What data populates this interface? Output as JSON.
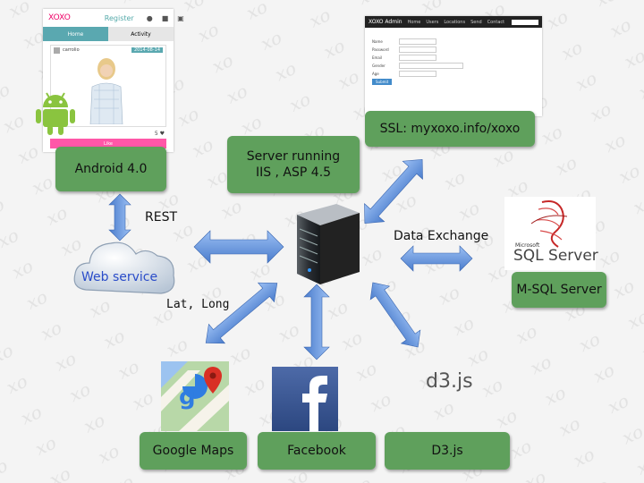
{
  "callouts": {
    "android": "Android 4.0",
    "server": "Server running IIS , ASP 4.5",
    "ssl": "SSL: myxoxo.info/xoxo",
    "google_maps": "Google Maps",
    "facebook": "Facebook",
    "d3": "D3.js",
    "mssql": "M-SQL Server"
  },
  "labels": {
    "rest": "REST",
    "data_exchange": "Data Exchange",
    "lat_long": "Lat, Long",
    "web_service": "Web service",
    "d3_logo": "d3.js",
    "sql_logo_brand": "Microsoft",
    "sql_logo": "SQL Server"
  },
  "phone": {
    "logo": "XOXO",
    "link": "Register",
    "tab_home": "Home",
    "tab_activity": "Activity",
    "user": "carrolio",
    "tag": "2014-08-14",
    "like_count": "5",
    "like_btn": "Like"
  },
  "admin": {
    "brand": "XOXO Admin",
    "nav": [
      "Home",
      "Users",
      "Locations",
      "Send",
      "Contact"
    ],
    "form_rows": [
      "Name",
      "Password",
      "Email",
      "Gender",
      "Age"
    ],
    "submit": "Submit"
  },
  "colors": {
    "bubble": "#5fa05c",
    "arrow": "#5f8fd8",
    "android": "#8ac43f"
  },
  "icons": [
    "android-icon",
    "server-icon",
    "cloud-icon",
    "sql-server-icon",
    "google-maps-icon",
    "facebook-icon"
  ]
}
